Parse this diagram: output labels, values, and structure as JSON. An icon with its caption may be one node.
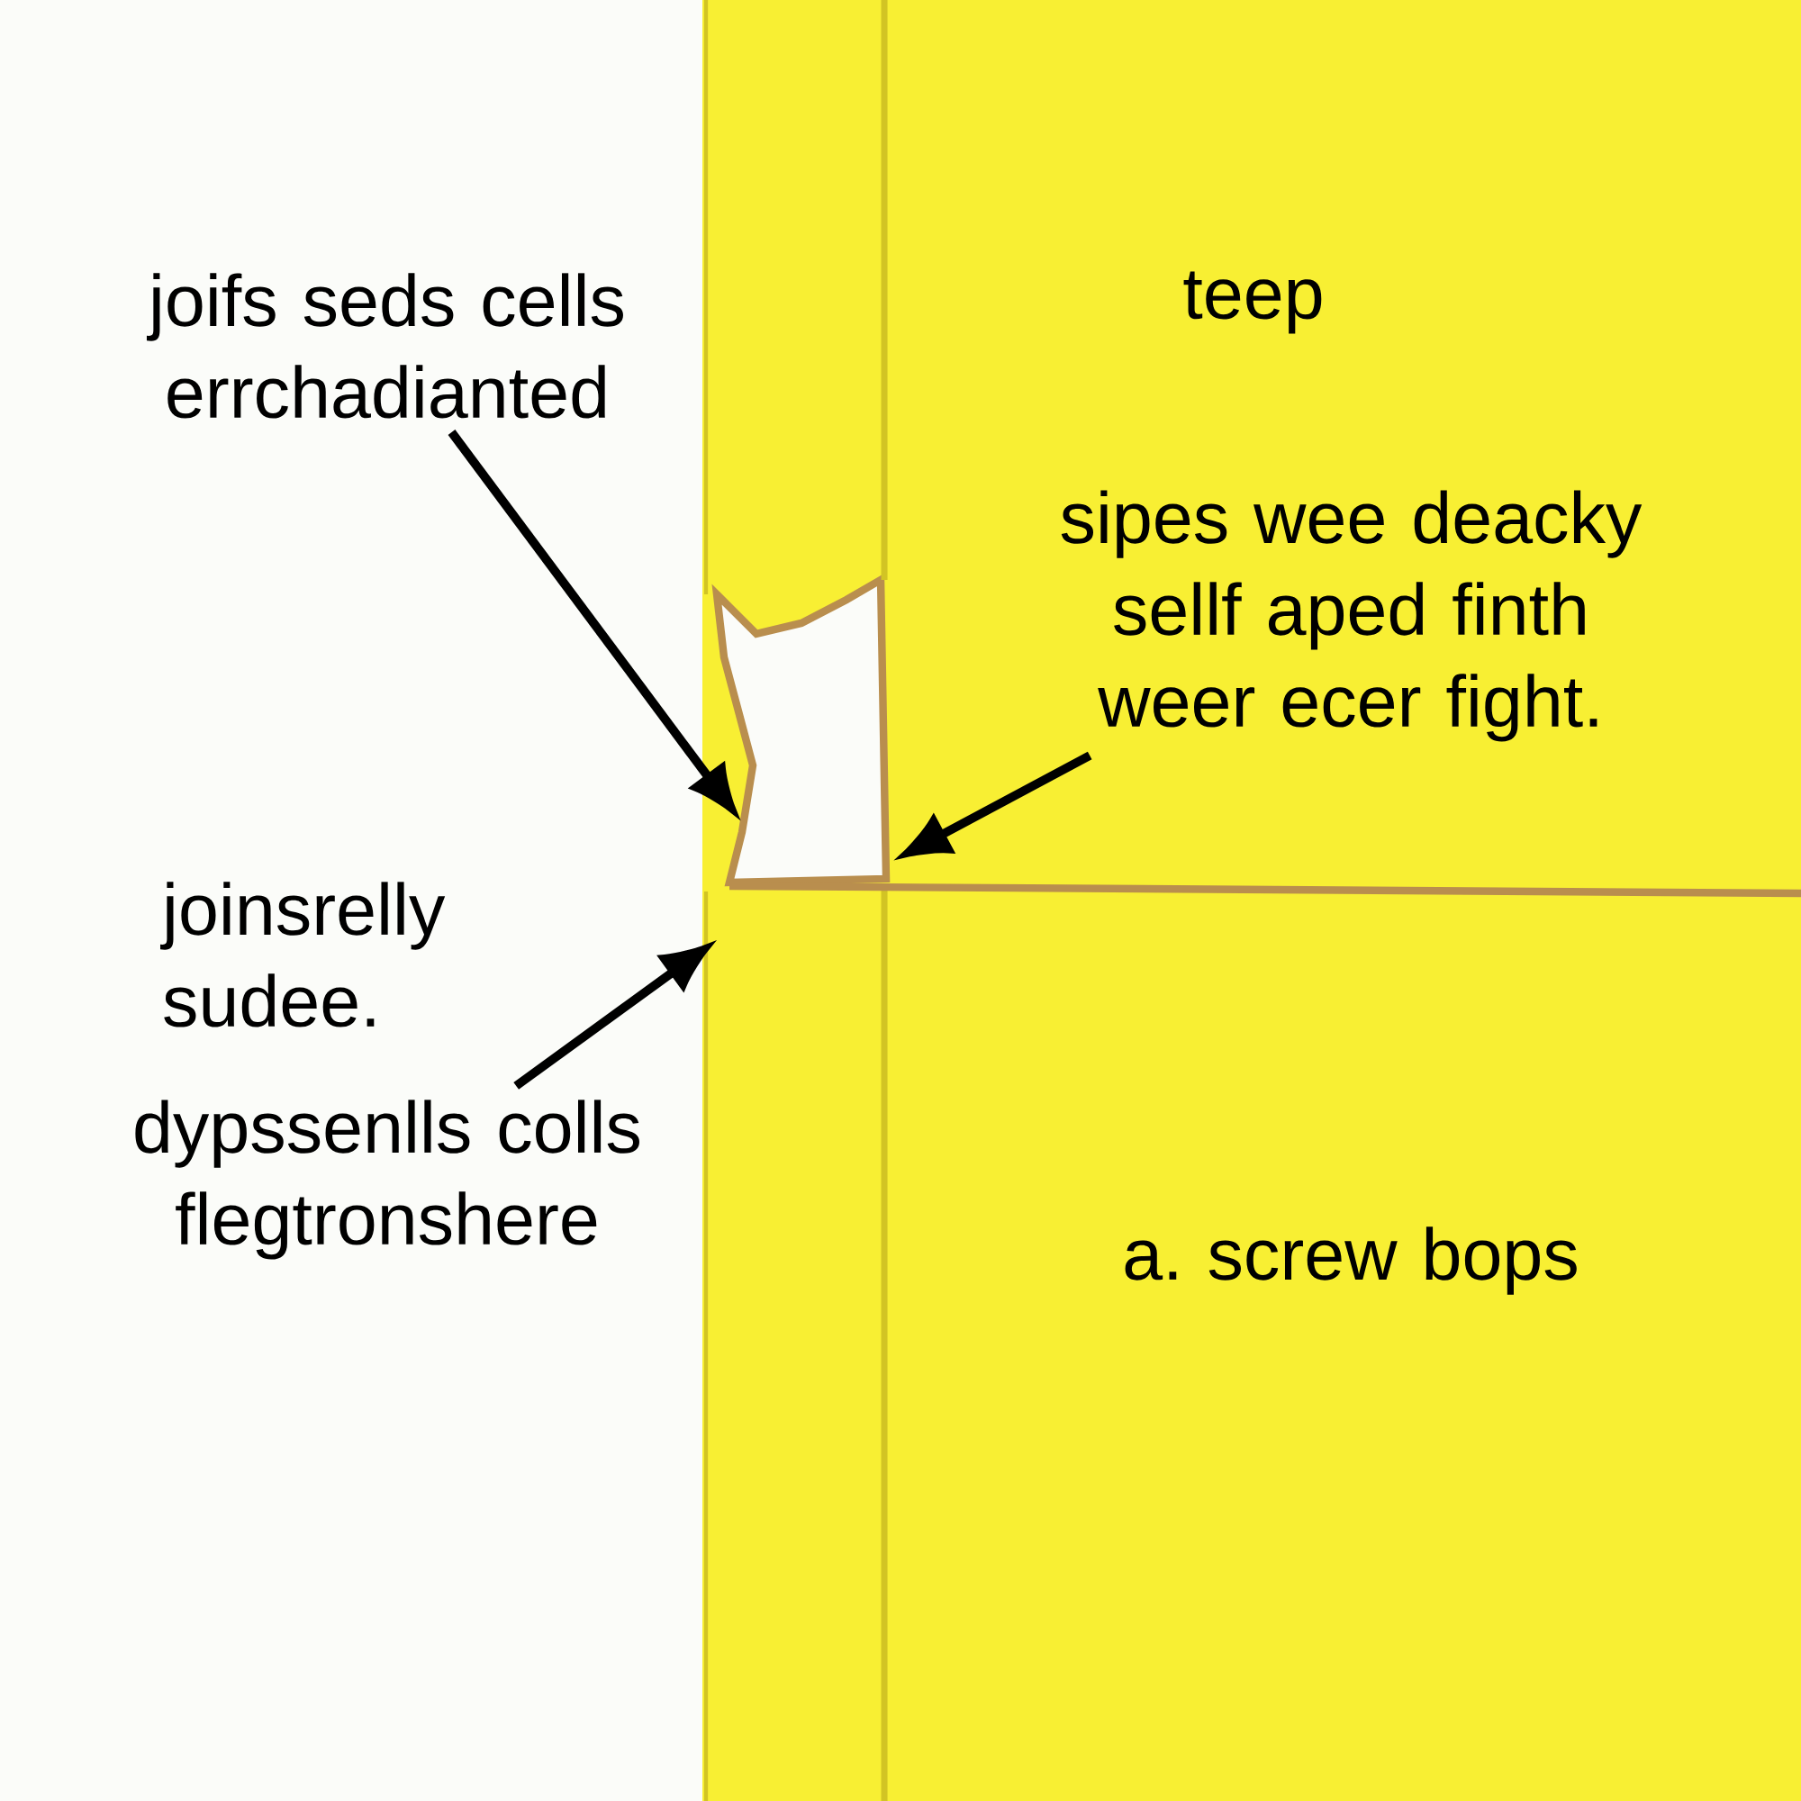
{
  "diagram": {
    "nodes": [
      {
        "text": [
          "joifs seds cells errchadianted"
        ]
      },
      {
        "text": [
          "sipes wee deacky sellf aped finth weer ecer fight."
        ]
      },
      {
        "text": [
          "dypssenlls colls flegtronshere"
        ]
      },
      {
        "text": [],
        "shape": "picture"
      }
    ],
    "edges": [
      {
        "from": 0,
        "to": 3,
        "arrow": "to"
      },
      {
        "from": 1,
        "to": 3,
        "arrow": "to"
      },
      {
        "from": 2,
        "to": null,
        "arrow": "to"
      }
    ],
    "labels": [
      "teep",
      "joinsrelly sudee.",
      "a. screw bops"
    ]
  }
}
